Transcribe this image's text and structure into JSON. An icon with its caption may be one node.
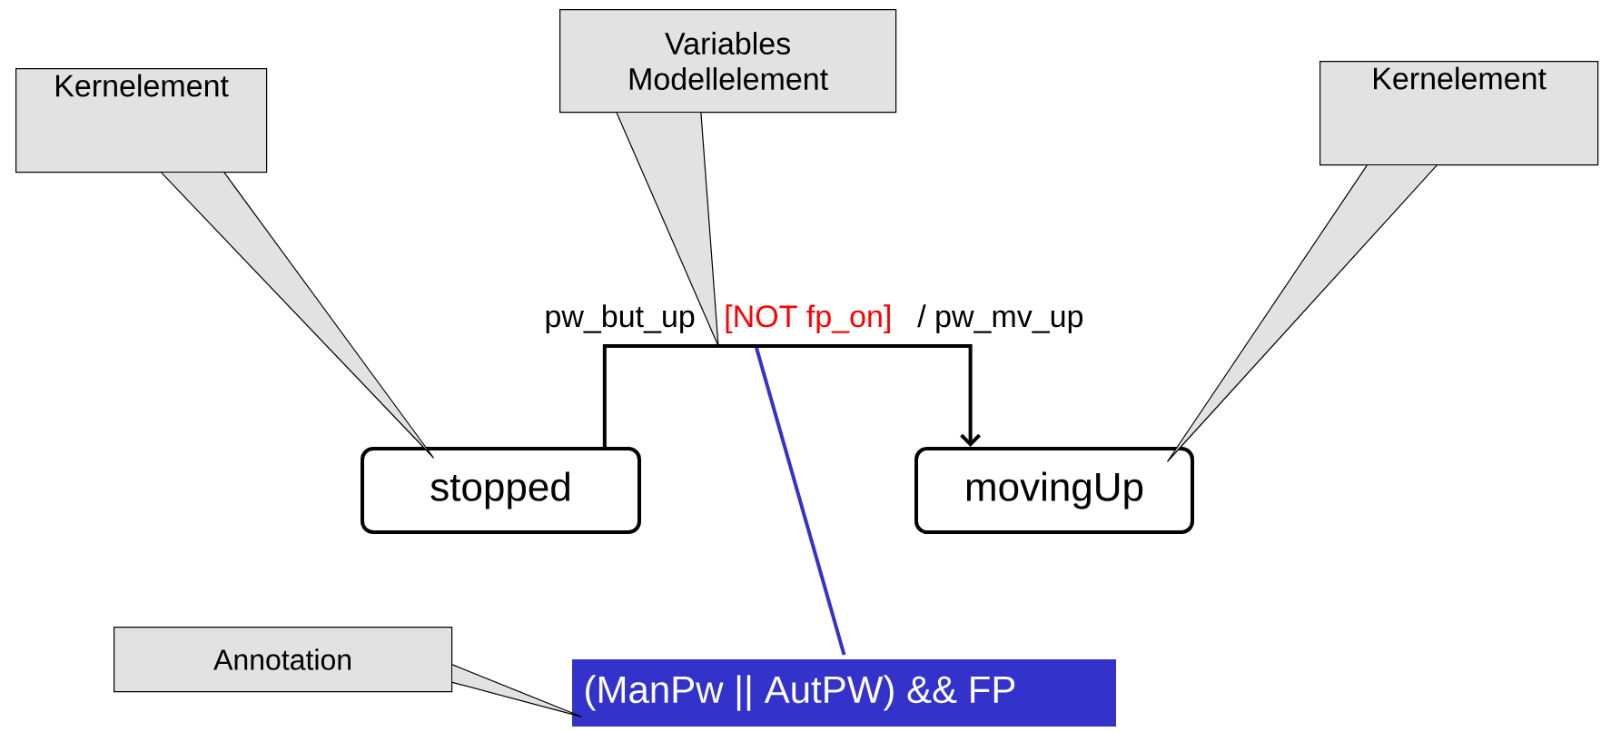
{
  "diagram": {
    "nodes": [
      {
        "text": [
          "Kernelement"
        ]
      },
      {
        "text": [
          "Variables Modellelement"
        ]
      },
      {
        "text": [
          "Kernelement"
        ]
      },
      {
        "text": [
          "stopped"
        ]
      },
      {
        "text": [
          "movingUp"
        ]
      },
      {
        "text": [
          "Annotation"
        ]
      },
      {
        "text": [
          "(ManPw || AutPW) && FP"
        ]
      }
    ],
    "edges": [
      {
        "from": 0,
        "to": 3,
        "arrow": "none"
      },
      {
        "from": 1,
        "to": null,
        "arrow": "none"
      },
      {
        "from": 2,
        "to": 4,
        "arrow": "none"
      },
      {
        "from": 3,
        "to": 4,
        "arrow": "to",
        "label": "pw_but_up",
        "style": "thick"
      },
      {
        "from": 5,
        "to": 6,
        "arrow": "none"
      },
      {
        "from": null,
        "to": 6,
        "arrow": "none",
        "style": "thick",
        "color": "#3333cc"
      }
    ],
    "labels": [
      "[NOT fp_on]",
      "/ pw_mv_up"
    ]
  }
}
